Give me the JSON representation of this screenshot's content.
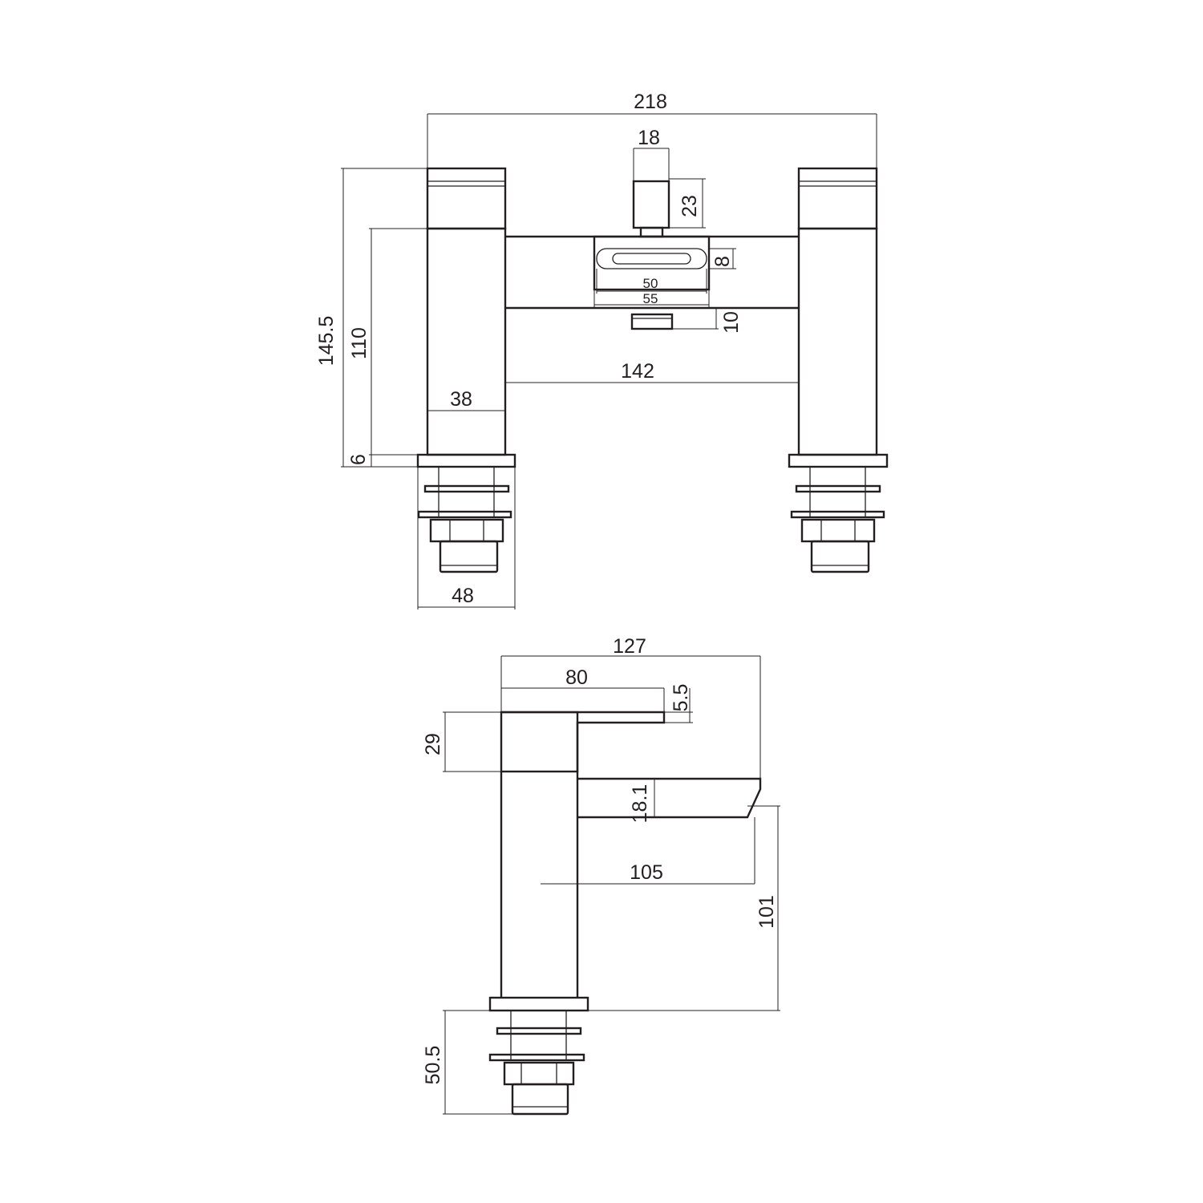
{
  "front_view": {
    "overall_width": "218",
    "diverter_width": "18",
    "diverter_height": "23",
    "handle_slot_height": "8",
    "slot_inner_width": "50",
    "slot_outer_width": "55",
    "outlet_height": "10",
    "total_height": "145.5",
    "pillar_height": "110",
    "pillar_centres": "142",
    "pillar_width": "38",
    "base_thickness": "6",
    "base_width": "48"
  },
  "side_view": {
    "overall_depth": "127",
    "lever_length": "80",
    "lever_thickness": "5.5",
    "head_height": "29",
    "spout_dimension": "18.1",
    "spout_reach": "105",
    "spout_height": "101",
    "shank_length": "50.5"
  }
}
